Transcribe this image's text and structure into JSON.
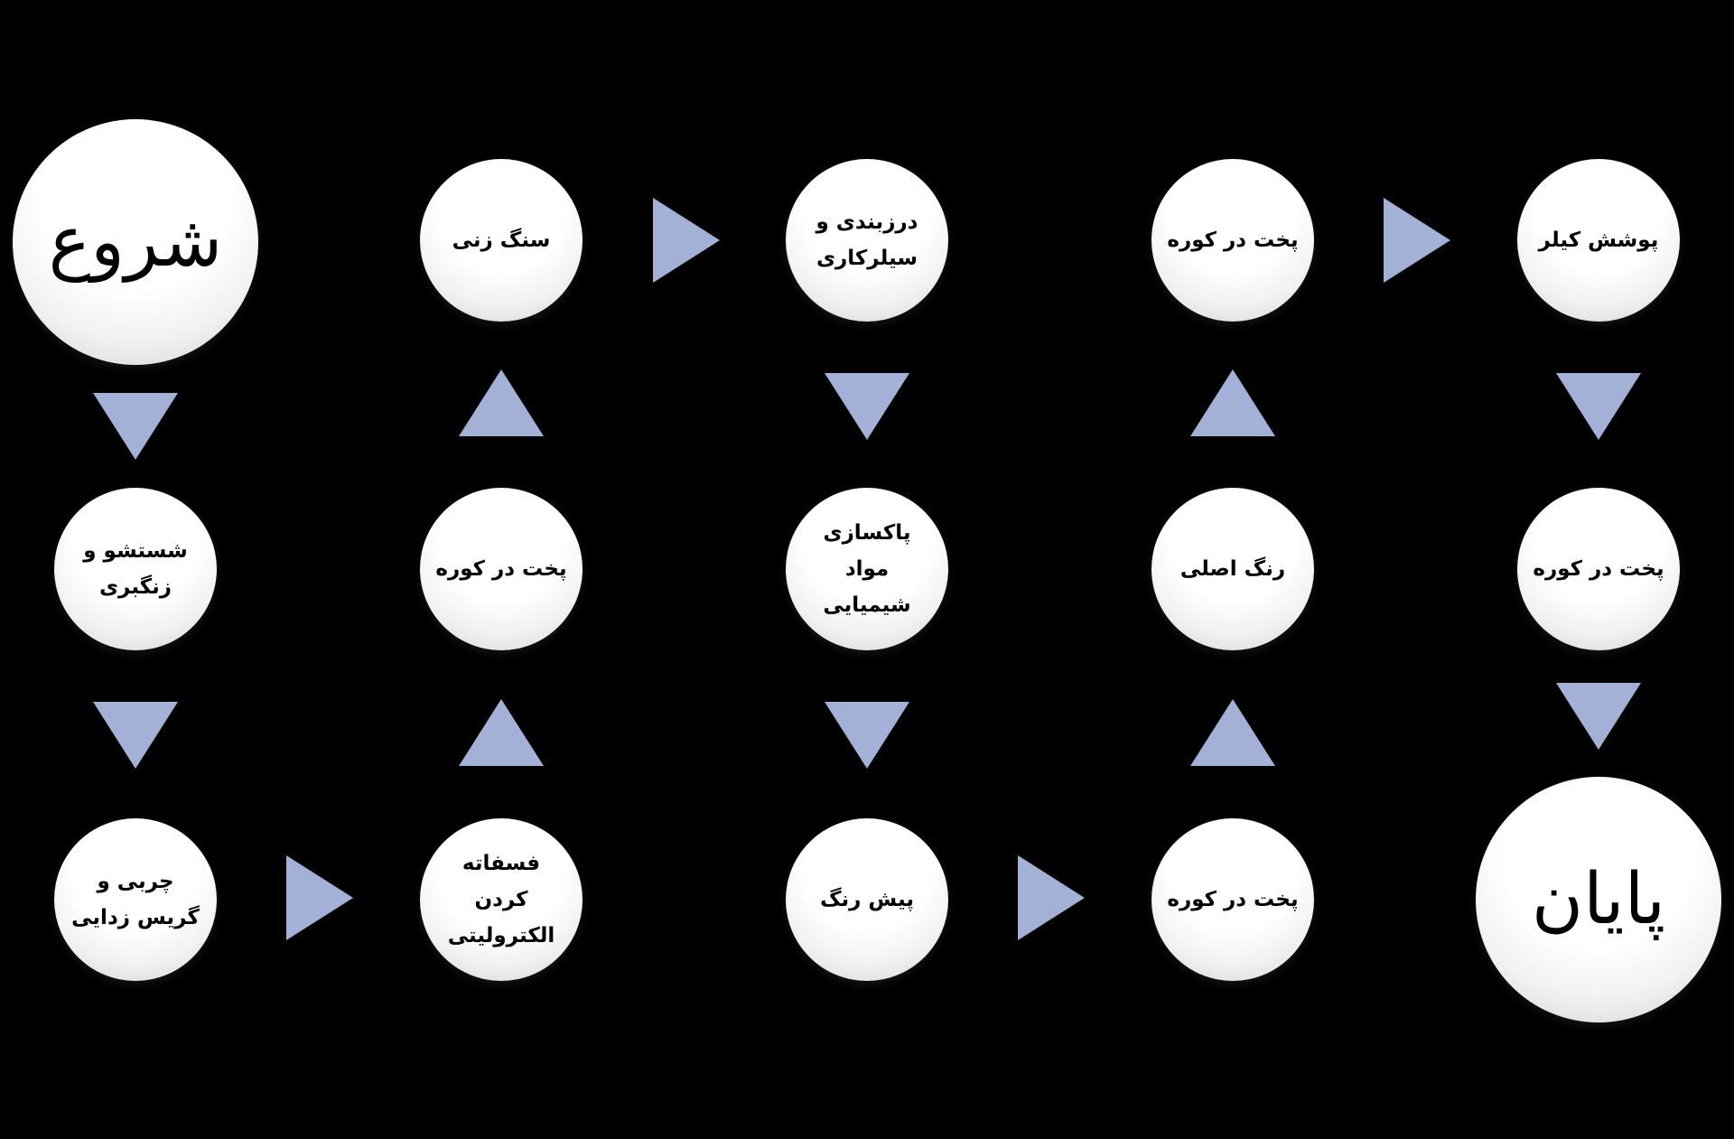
{
  "diagram": {
    "background_color": "#000000",
    "arrow_color": "#a4b1d6",
    "node_fill": "#ffffff",
    "text_color": "#000000",
    "nodes": [
      {
        "id": "start",
        "label": "شروع"
      },
      {
        "id": "wash",
        "label": "شستشو و\nزنگبری"
      },
      {
        "id": "degrease",
        "label": "چربی و\nگریس زدایی"
      },
      {
        "id": "phosphate",
        "label": "فسفاته کردن\nالکترولیتی"
      },
      {
        "id": "bake1",
        "label": "پخت در کوره"
      },
      {
        "id": "sanding",
        "label": "سنگ زنی"
      },
      {
        "id": "seal",
        "label": "درزبندی و\nسیلرکاری"
      },
      {
        "id": "chemclean",
        "label": "پاکسازی مواد\nشیمیایی"
      },
      {
        "id": "primer",
        "label": "پیش رنگ"
      },
      {
        "id": "bake2",
        "label": "پخت در کوره"
      },
      {
        "id": "basecoat",
        "label": "رنگ اصلی"
      },
      {
        "id": "bake3",
        "label": "پخت در کوره"
      },
      {
        "id": "clearcoat",
        "label": "پوشش کیلر"
      },
      {
        "id": "bake4",
        "label": "پخت در کوره"
      },
      {
        "id": "end",
        "label": "پایان"
      }
    ],
    "edges": [
      {
        "from": "start",
        "to": "wash"
      },
      {
        "from": "wash",
        "to": "degrease"
      },
      {
        "from": "degrease",
        "to": "phosphate"
      },
      {
        "from": "phosphate",
        "to": "bake1"
      },
      {
        "from": "bake1",
        "to": "sanding"
      },
      {
        "from": "sanding",
        "to": "seal"
      },
      {
        "from": "seal",
        "to": "chemclean"
      },
      {
        "from": "chemclean",
        "to": "primer"
      },
      {
        "from": "primer",
        "to": "bake2"
      },
      {
        "from": "bake2",
        "to": "basecoat"
      },
      {
        "from": "basecoat",
        "to": "bake3"
      },
      {
        "from": "bake3",
        "to": "clearcoat"
      },
      {
        "from": "clearcoat",
        "to": "bake4"
      },
      {
        "from": "bake4",
        "to": "end"
      }
    ]
  }
}
